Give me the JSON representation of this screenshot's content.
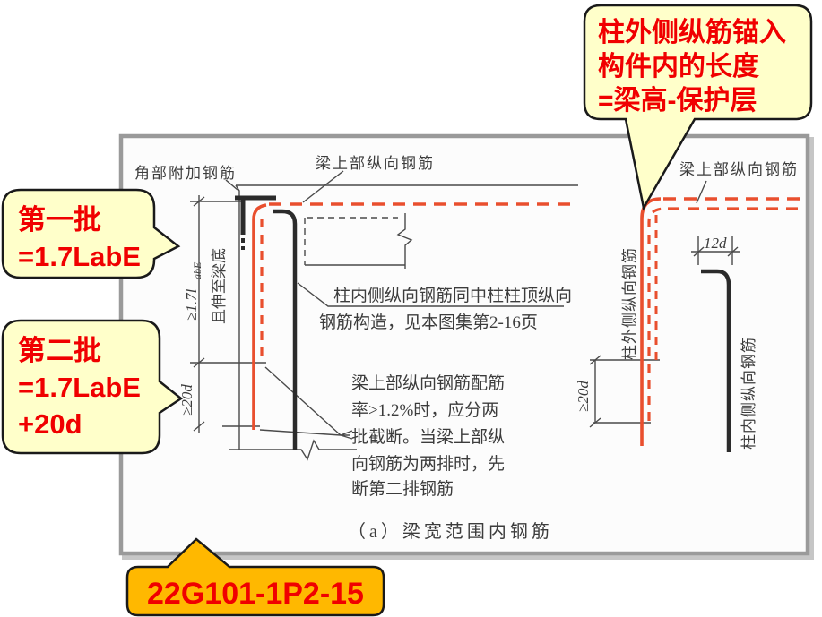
{
  "colors": {
    "slide_background": "#ffffff",
    "panel_background": "#fcfcfc",
    "panel_border": "#9a9a9a",
    "callout_fill": "#FFFFCA",
    "callout_border": "#1a1a1a",
    "callout_text": "#f00000",
    "reference_fill": "#FFB800",
    "rebar_orange": "#e94f2e",
    "rebar_black": "#2b2b2b",
    "drawing_line": "#4a4a4a"
  },
  "callouts": {
    "anchor_length": {
      "lines": [
        "柱外侧纵筋锚入",
        "构件内的长度",
        "=梁高-保护层"
      ]
    },
    "first_batch": {
      "lines": [
        "第一批",
        "=1.7LabE"
      ]
    },
    "second_batch": {
      "lines": [
        "第二批",
        "=1.7LabE",
        "+20d"
      ]
    },
    "reference_code": {
      "text": "22G101-1P2-15"
    }
  },
  "diagram": {
    "caption": "（a）梁宽范围内钢筋",
    "labels": {
      "corner_add_rebar": "角部附加钢筋",
      "beam_top_left": "梁上部纵向钢筋",
      "beam_top_right": "梁上部纵向钢筋",
      "inner_note_l1": "柱内侧纵向钢筋同中柱柱顶纵向",
      "inner_note_l2": "钢筋构造，见本图集第2-16页",
      "cutoff_l1": "梁上部纵向钢筋配筋",
      "cutoff_l2": "率>1.2%时，应分两",
      "cutoff_l3": "批截断。当梁上部纵",
      "cutoff_l4": "向钢筋为两排时，先",
      "cutoff_l5": "断第二排钢筋",
      "dim_lab": "≥1.7l",
      "dim_lab_sub": "abE",
      "extend_to_beam": "且伸至梁底",
      "dim_20d_left": "≥20d",
      "dim_20d_right": "≥20d",
      "dim_12d": "12d",
      "col_outer": "柱外侧纵向钢筋",
      "col_inner": "柱内侧纵向钢筋"
    }
  }
}
